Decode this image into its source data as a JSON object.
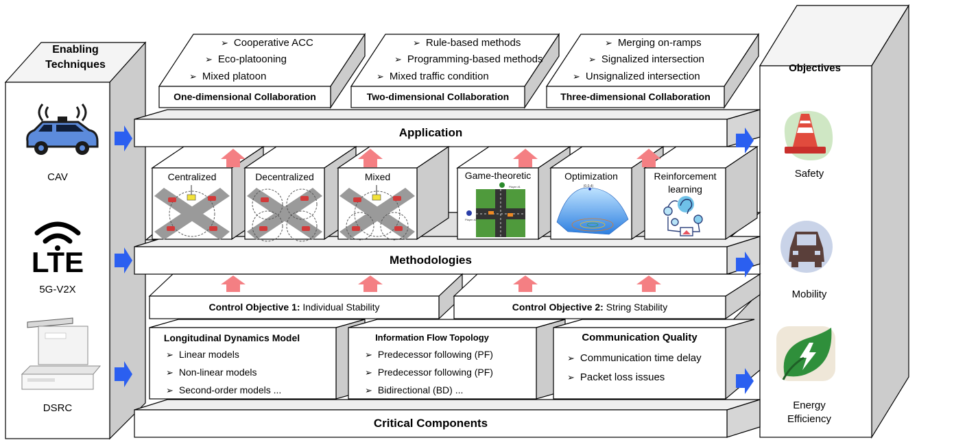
{
  "left_panel": {
    "title": "Enabling\nTechniques",
    "items": [
      {
        "label": "CAV",
        "icon": "car-icon"
      },
      {
        "label": "5G-V2X",
        "icon": "lte-icon",
        "icon_text": "LTE"
      },
      {
        "label": "DSRC",
        "icon": "dsrc-device-icon"
      }
    ]
  },
  "right_panel": {
    "title": "Objectives",
    "items": [
      {
        "label": "Safety",
        "icon": "traffic-cone-icon"
      },
      {
        "label": "Mobility",
        "icon": "car-front-icon"
      },
      {
        "label": "Energy\nEfficiency",
        "icon": "leaf-energy-icon"
      }
    ]
  },
  "collaborations": [
    {
      "title": "One-dimensional Collaboration",
      "items": [
        "Cooperative ACC",
        "Eco-platooning",
        "Mixed platoon"
      ]
    },
    {
      "title": "Two-dimensional Collaboration",
      "items": [
        "Rule-based methods",
        "Programming-based methods",
        "Mixed traffic condition"
      ]
    },
    {
      "title": "Three-dimensional Collaboration",
      "items": [
        "Merging on-ramps",
        "Signalized intersection",
        "Unsignalized intersection"
      ]
    }
  ],
  "layers": {
    "application": "Application",
    "methodologies": "Methodologies",
    "critical_components": "Critical Components"
  },
  "method_boxes": [
    {
      "label": "Centralized"
    },
    {
      "label": "Decentralized"
    },
    {
      "label": "Mixed"
    },
    {
      "label": "Game-theoretic",
      "player_labels": [
        "Player #1",
        "Player #2"
      ]
    },
    {
      "label": "Optimization",
      "peak_label": "(0,0,4)"
    },
    {
      "label": "Reinforcement\nlearning"
    }
  ],
  "control_objectives": [
    {
      "bold": "Control Objective 1:",
      "rest": " Individual Stability"
    },
    {
      "bold": "Control Objective 2:",
      "rest": " String Stability"
    }
  ],
  "components": [
    {
      "title": "Longitudinal Dynamics Model",
      "items": [
        "Linear models",
        "Non-linear models",
        "Second-order models ..."
      ]
    },
    {
      "title": "Information Flow Topology",
      "items": [
        "Predecessor following (PF)",
        "Predecessor following (PF)",
        "Bidirectional (BD) ..."
      ]
    },
    {
      "title": "Communication Quality",
      "items": [
        "Communication time delay",
        "Packet loss issues"
      ]
    }
  ],
  "colors": {
    "side_gray": "#cccccc",
    "arrow_blue": "#2b5ff0",
    "arrow_pink": "#f47f83",
    "road": "#9a9a9a"
  }
}
